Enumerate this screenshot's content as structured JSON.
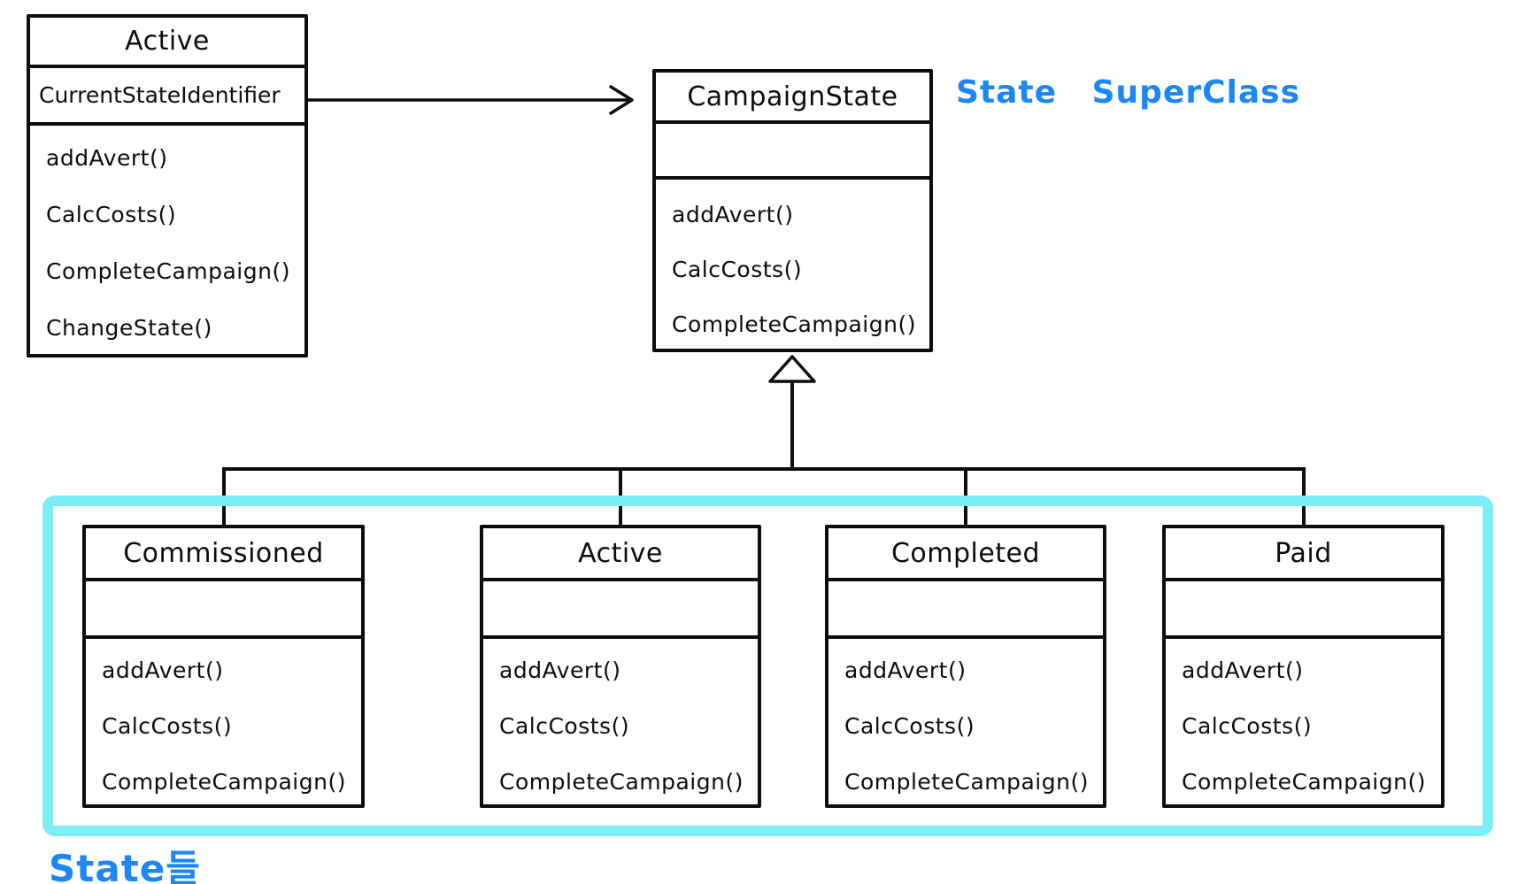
{
  "colors": {
    "ink": "#0d0d0d",
    "annotation_blue": "#1b87f5",
    "highlight_cyan": "#7beef5"
  },
  "annotations": {
    "superclass_note": "State SuperClass",
    "states_note": "State들"
  },
  "context_class": {
    "name": "Active",
    "attributes": [
      "CurrentStateIdentifier"
    ],
    "methods": [
      "addAvert()",
      "CalcCosts()",
      "CompleteCampaign()",
      "ChangeState()"
    ]
  },
  "superclass": {
    "name": "CampaignState",
    "attributes": [],
    "methods": [
      "addAvert()",
      "CalcCosts()",
      "CompleteCampaign()"
    ]
  },
  "subclasses": [
    {
      "name": "Commissioned",
      "attributes": [],
      "methods": [
        "addAvert()",
        "CalcCosts()",
        "CompleteCampaign()"
      ]
    },
    {
      "name": "Active",
      "attributes": [],
      "methods": [
        "addAvert()",
        "CalcCosts()",
        "CompleteCampaign()"
      ]
    },
    {
      "name": "Completed",
      "attributes": [],
      "methods": [
        "addAvert()",
        "CalcCosts()",
        "CompleteCampaign()"
      ]
    },
    {
      "name": "Paid",
      "attributes": [],
      "methods": [
        "addAvert()",
        "CalcCosts()",
        "CompleteCampaign()"
      ]
    }
  ]
}
